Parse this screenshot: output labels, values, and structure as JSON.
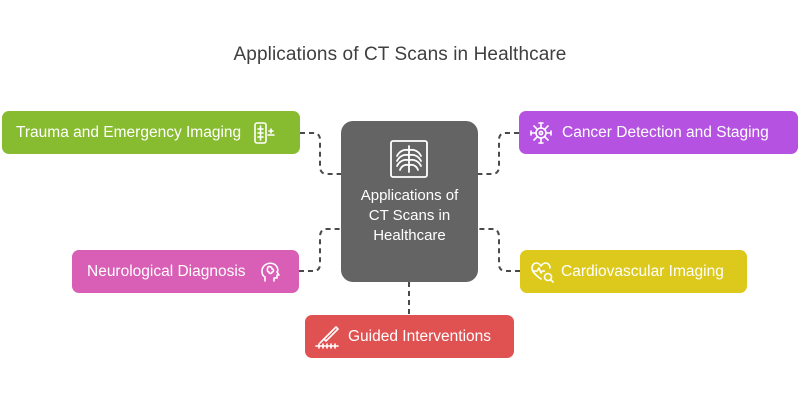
{
  "title": "Applications of CT Scans in Healthcare",
  "hub": {
    "label": "Applications of CT Scans in Healthcare",
    "color": "#646464",
    "icon": "ribcage-xray-icon"
  },
  "nodes": {
    "trauma": {
      "label": "Trauma and Emergency Imaging",
      "color": "#88BC30",
      "icon": "emergency-icon"
    },
    "cancer": {
      "label": "Cancer Detection and Staging",
      "color": "#B552E1",
      "icon": "cell-icon"
    },
    "neuro": {
      "label": "Neurological Diagnosis",
      "color": "#D95EB6",
      "icon": "brain-head-icon"
    },
    "cardio": {
      "label": "Cardiovascular Imaging",
      "color": "#DCC91C",
      "icon": "heart-search-icon"
    },
    "guided": {
      "label": "Guided Interventions",
      "color": "#E05252",
      "icon": "scalpel-icon"
    }
  },
  "connector_color": "#4a4a4a"
}
